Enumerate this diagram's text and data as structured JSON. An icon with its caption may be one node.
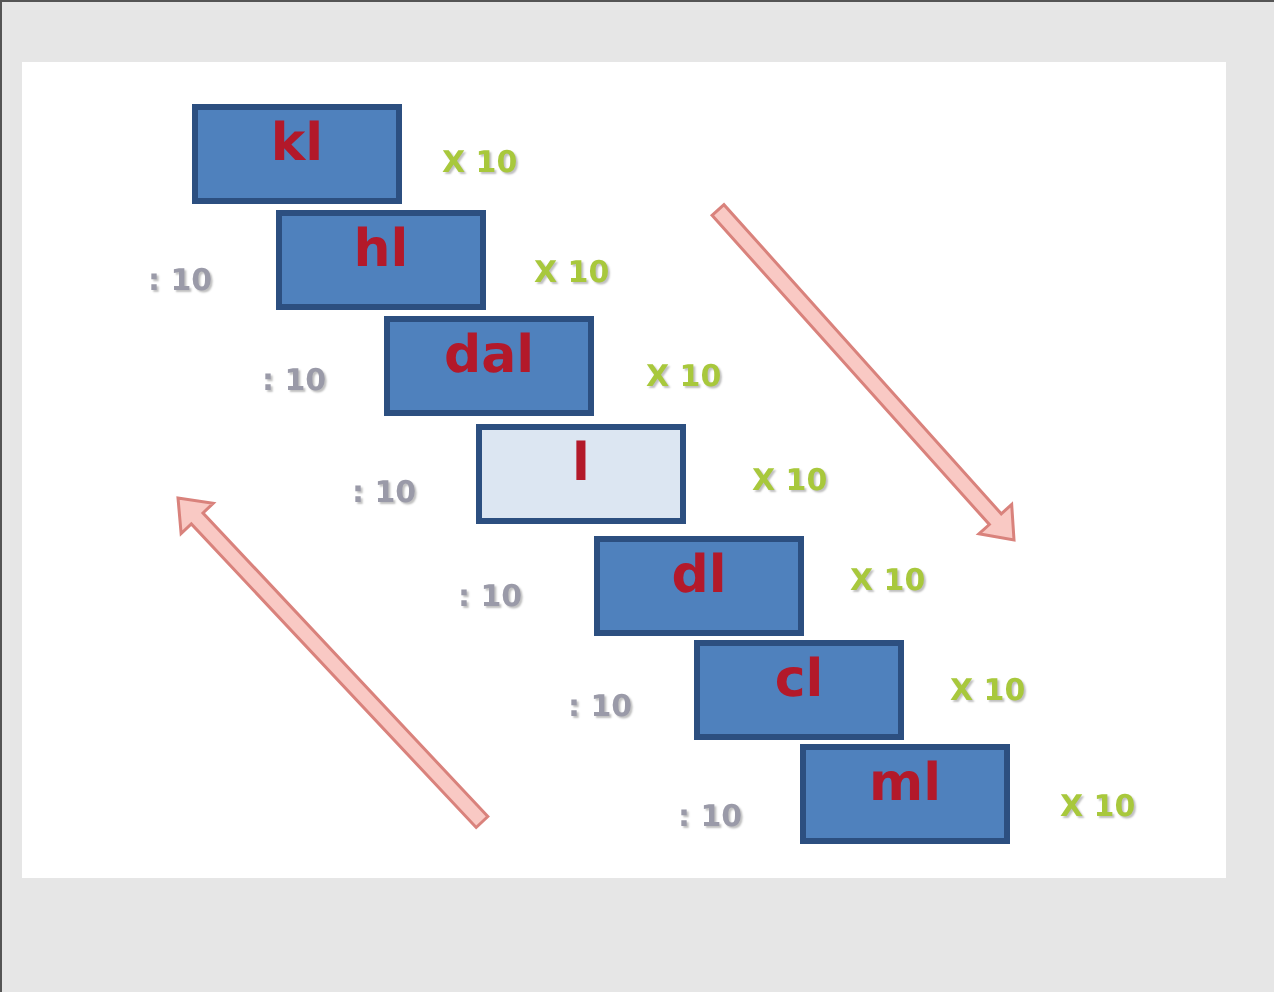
{
  "diagram": {
    "nodes": [
      {
        "text": [
          "kl"
        ]
      },
      {
        "text": [
          "hl"
        ]
      },
      {
        "text": [
          "dal"
        ]
      },
      {
        "text": [
          "l"
        ]
      },
      {
        "text": [
          "dl"
        ]
      },
      {
        "text": [
          "cl"
        ]
      },
      {
        "text": [
          "ml"
        ]
      }
    ],
    "labels": [
      "X 10",
      ": 10",
      "X 10",
      ": 10",
      "X 10",
      ": 10",
      "X 10",
      ": 10",
      "X 10",
      ": 10",
      "X 10",
      ": 10",
      "X 10"
    ]
  }
}
